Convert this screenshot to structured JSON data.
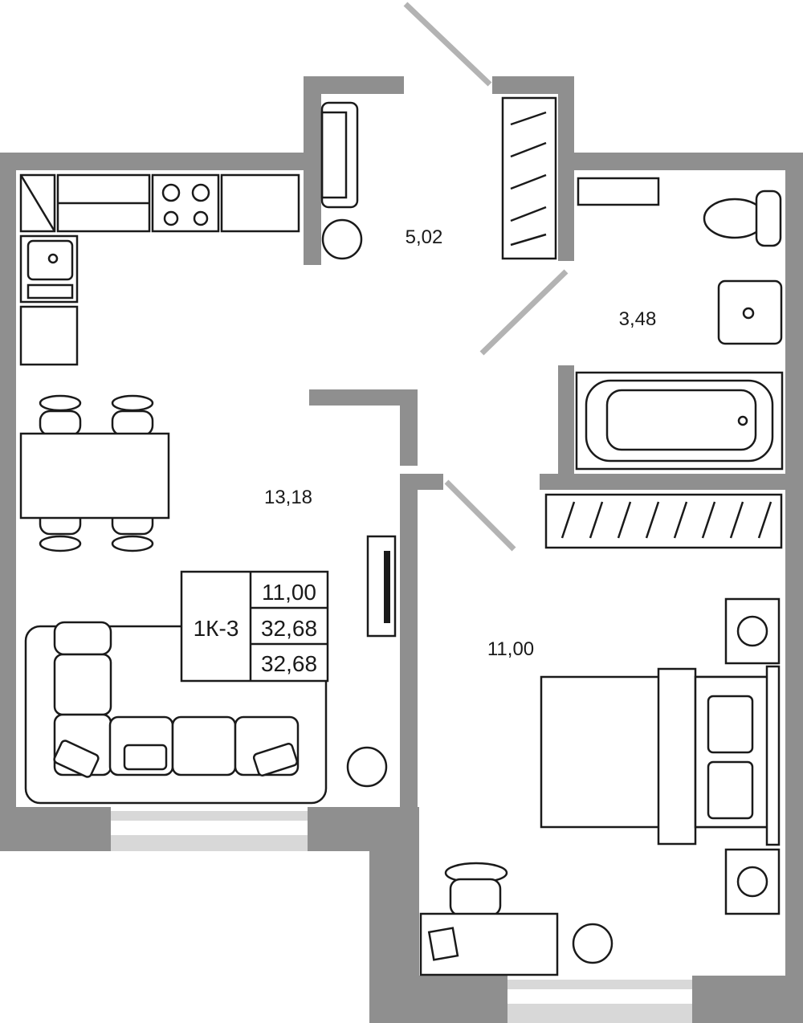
{
  "rooms": {
    "hallway_area": "5,02",
    "bathroom_area": "3,48",
    "living_kitchen_area": "13,18",
    "bedroom_area": "11,00"
  },
  "apartment_tag": {
    "code": "1К-3",
    "living_area": "11,00",
    "total_area": "32,68",
    "total_area_with_balcony": "32,68"
  },
  "colors": {
    "wall": "#8f8f8f",
    "window": "#d8d8d8",
    "door": "#b3b3b3"
  }
}
